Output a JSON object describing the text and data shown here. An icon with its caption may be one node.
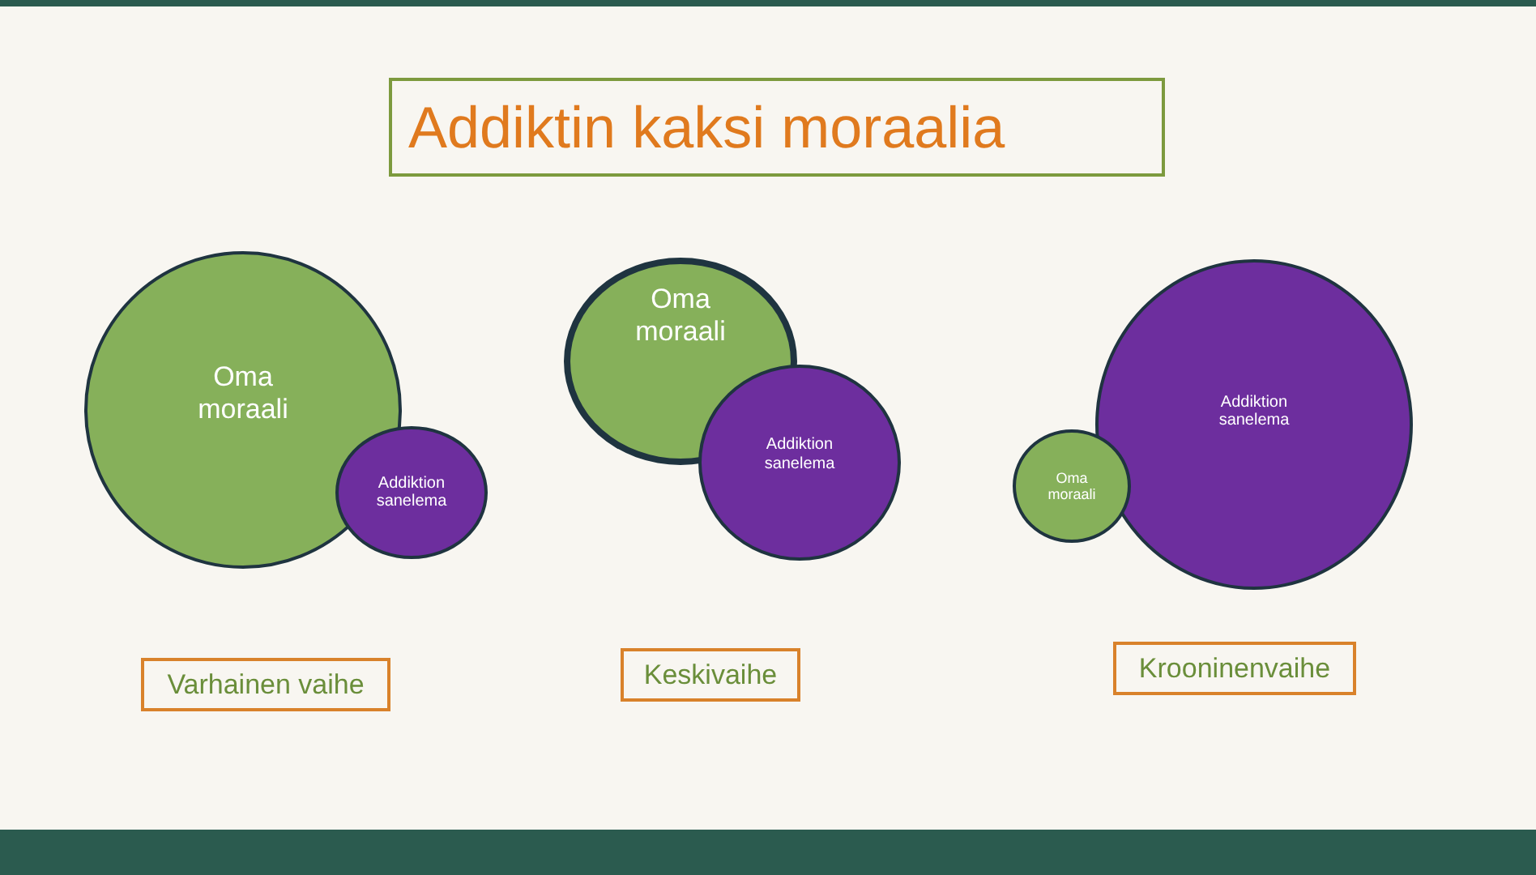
{
  "diagram": {
    "title": "Addiktin kaksi moraalia",
    "nodes": [
      {
        "text": [
          "Oma moraali"
        ]
      },
      {
        "text": [
          "Addiktion sanelema"
        ]
      },
      {
        "text": [
          "Oma moraali"
        ]
      },
      {
        "text": [
          "Addiktion sanelema"
        ]
      },
      {
        "text": [
          "Oma moraali"
        ]
      },
      {
        "text": [
          "Addiktion sanelema"
        ]
      },
      {
        "text": [
          "Varhainen vaihe"
        ]
      },
      {
        "text": [
          "Keskivaihe"
        ]
      },
      {
        "text": [
          "Krooninenvaihe"
        ]
      }
    ]
  }
}
